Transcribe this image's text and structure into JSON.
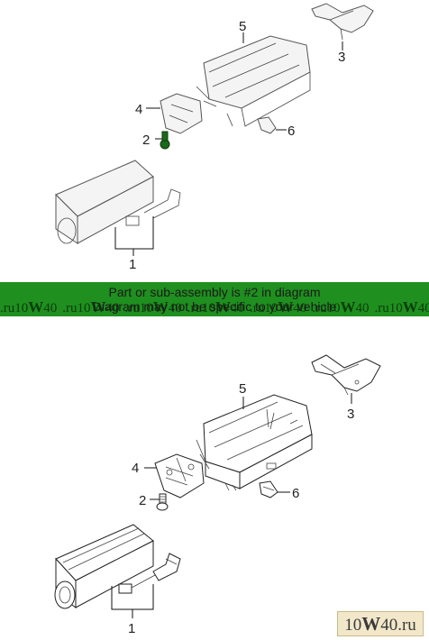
{
  "diagram": {
    "callouts": [
      "1",
      "2",
      "3",
      "4",
      "5",
      "6"
    ]
  },
  "banner": {
    "line1": "Part or sub-assembly is #2 in diagram",
    "line2": "Diagram may not be specific to your vehicle",
    "watermark_repeat": [
      ".ru",
      "10",
      "W",
      "40"
    ],
    "background_color": "#1f8f1f"
  },
  "logo": {
    "prefix": "10",
    "w": "W",
    "suffix": "40.ru"
  }
}
